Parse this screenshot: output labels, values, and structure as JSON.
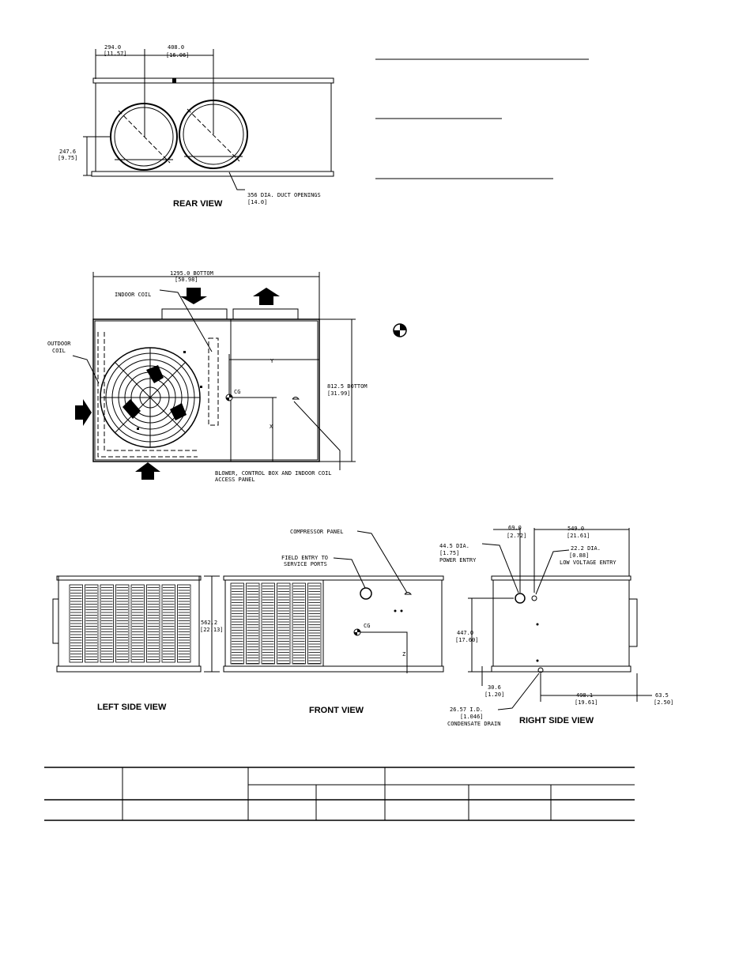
{
  "rear_view": {
    "title": "REAR VIEW",
    "dim_left_mm": "294.0",
    "dim_left_in": "[11.57]",
    "dim_right_mm": "408.0",
    "dim_right_in": "[16.06]",
    "dim_height_mm": "247.6",
    "dim_height_in": "[9.75]",
    "duct_label": "356   DIA. DUCT OPENINGS",
    "duct_label_in": "[14.0]"
  },
  "top_view": {
    "width_mm": "1295.0  BOTTOM",
    "width_in": "[50.98]",
    "height_mm": "812.5  BOTTOM",
    "height_in": "[31.99]",
    "indoor_coil": "INDOOR COIL",
    "outdoor_coil_1": "OUTDOOR",
    "outdoor_coil_2": "COIL",
    "y_label": "Y",
    "x_label": "X",
    "cg_label": "CG",
    "access_1": "BLOWER, CONTROL BOX AND INDOOR COIL",
    "access_2": "ACCESS PANEL"
  },
  "left_side": {
    "title": "LEFT SIDE VIEW",
    "height_mm": "562.2",
    "height_in": "[22.13]"
  },
  "front": {
    "title": "FRONT VIEW",
    "compressor_panel": "COMPRESSOR PANEL",
    "field_entry_1": "FIELD ENTRY TO",
    "field_entry_2": "SERVICE PORTS",
    "cg_label": "CG",
    "z_label": "Z"
  },
  "right_side": {
    "title": "RIGHT SIDE VIEW",
    "d69_mm": "69.0",
    "d69_in": "[2.72]",
    "d549_mm": "549.0",
    "d549_in": "[21.61]",
    "power_1": "44.5  DIA.",
    "power_2": "[1.75]",
    "power_3": "POWER ENTRY",
    "lv_1": "22.2  DIA.",
    "lv_2": "[0.88]",
    "lv_3": "LOW VOLTAGE ENTRY",
    "d447_mm": "447.0",
    "d447_in": "[17.60]",
    "d306_mm": "30.6",
    "d306_in": "[1.20]",
    "d498_mm": "498.1",
    "d498_in": "[19.61]",
    "d635_mm": "63.5",
    "d635_in": "[2.50]",
    "drain_1": "26.57  I.D.",
    "drain_2": "[1.046]",
    "drain_3": "CONDENSATE DRAIN"
  }
}
